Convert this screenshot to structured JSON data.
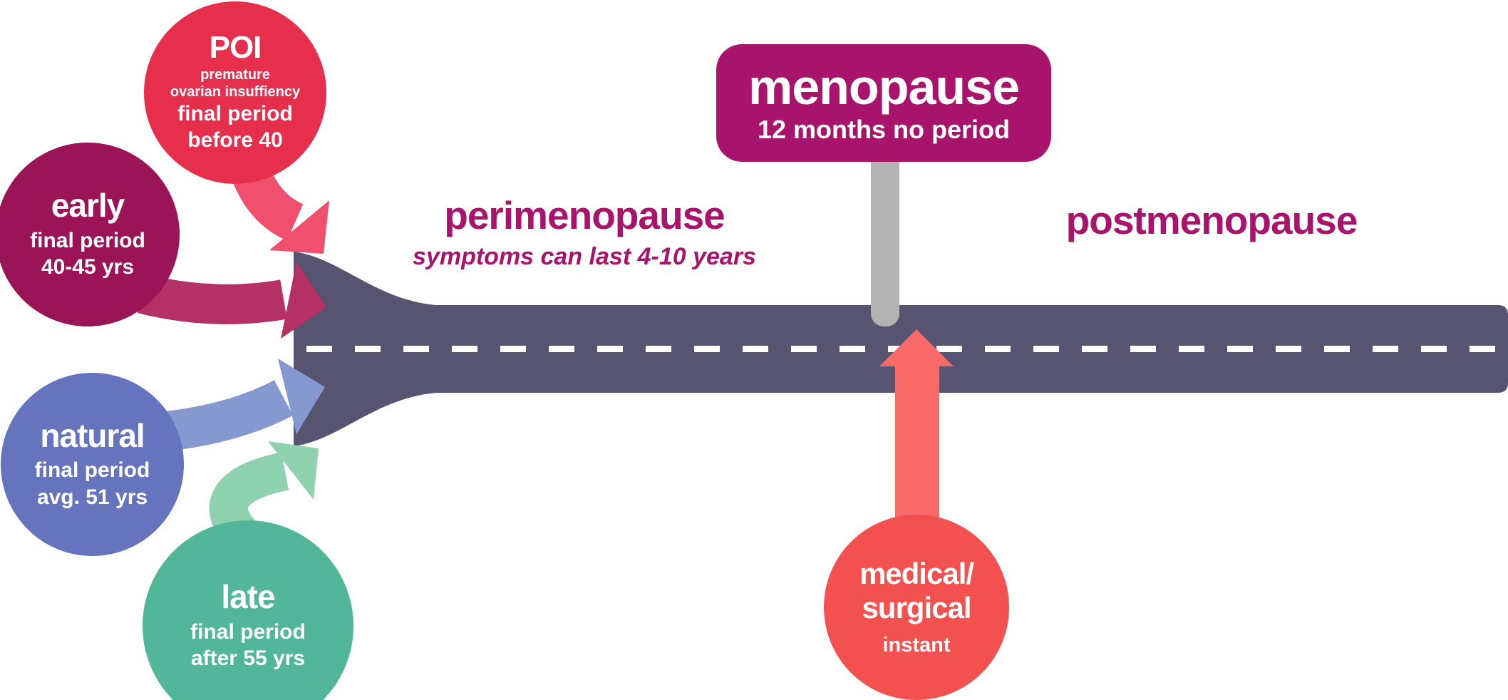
{
  "diagram": {
    "subject": "menopause timeline road diagram",
    "background_color": "#ffffff"
  },
  "road": {
    "color": "#575472",
    "lane_marking_color": "#ffffff",
    "sign_post_color": "#b3b3b3"
  },
  "entries": [
    {
      "id": "poi",
      "title": "POI",
      "subtitle_line1": "premature",
      "subtitle_line2": "ovarian insuffiency",
      "detail_line1": "final period",
      "detail_line2": "before 40",
      "bubble_color": "#e62e4d",
      "arrow_color": "#f0506d"
    },
    {
      "id": "early",
      "title": "early",
      "detail_line1": "final period",
      "detail_line2": "40-45 yrs",
      "bubble_color": "#9b1457",
      "arrow_color": "#b53064"
    },
    {
      "id": "natural",
      "title": "natural",
      "detail_line1": "final period",
      "detail_line2": "avg. 51 yrs",
      "bubble_color": "#6673bd",
      "arrow_color": "#8599d0"
    },
    {
      "id": "late",
      "title": "late",
      "detail_line1": "final period",
      "detail_line2": "after 55 yrs",
      "bubble_color": "#52b79a",
      "arrow_color": "#8fd2b2"
    }
  ],
  "sign": {
    "title": "menopause",
    "subtitle": "12 months no period",
    "color": "#a8136b"
  },
  "stages": {
    "perimenopause": {
      "label": "perimenopause",
      "note": "symptoms can last 4-10 years",
      "text_color": "#a8136b"
    },
    "postmenopause": {
      "label": "postmenopause",
      "text_color": "#a8136b"
    }
  },
  "medical": {
    "line1": "medical/",
    "line2": "surgical",
    "line3": "instant",
    "bubble_color": "#f25150",
    "arrow_color": "#f96968"
  }
}
